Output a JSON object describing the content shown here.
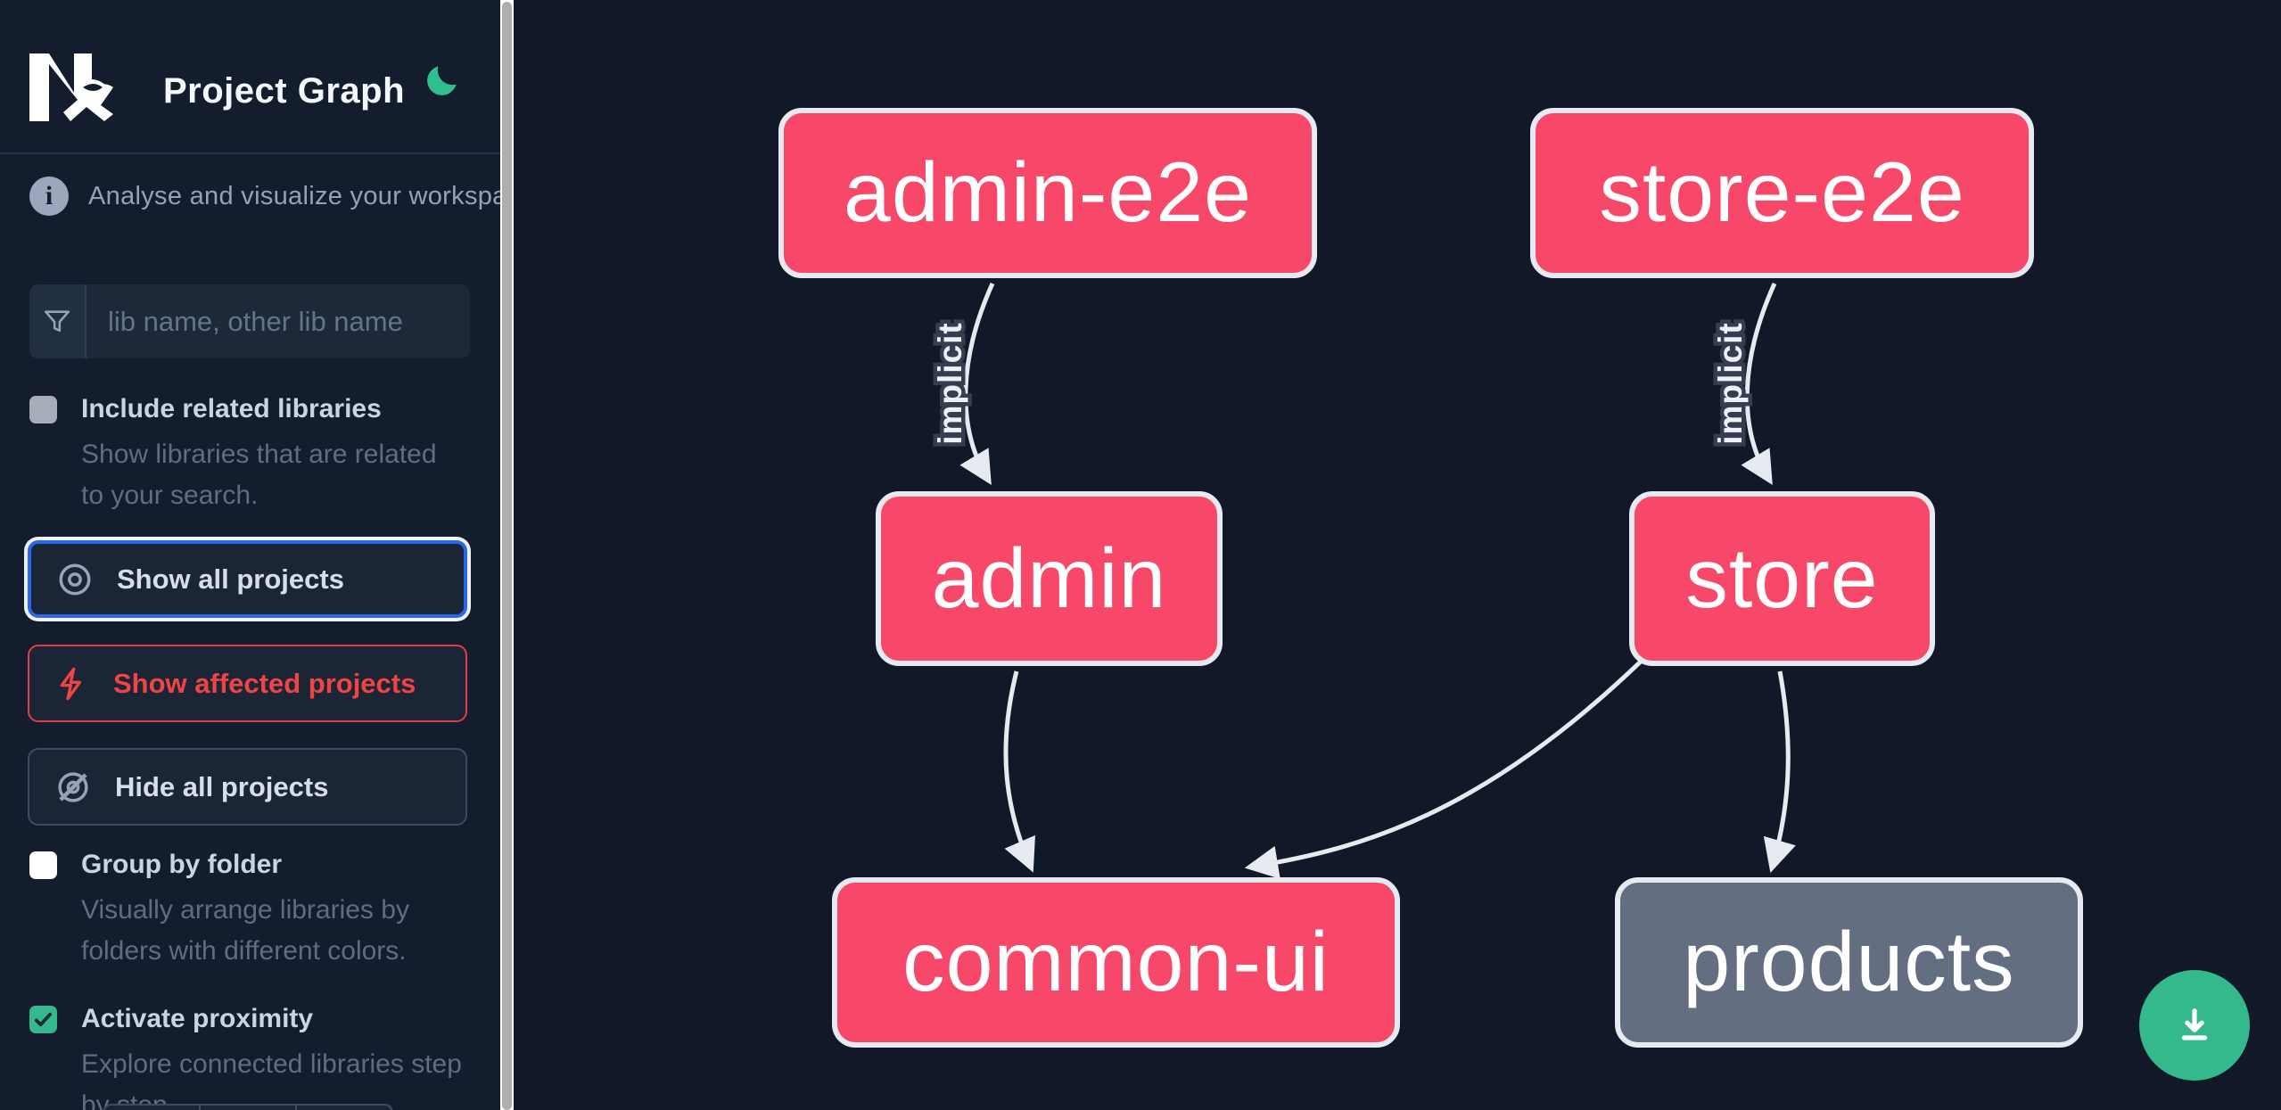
{
  "app": {
    "logo": "Nx",
    "title": "Project Graph"
  },
  "sidebar": {
    "tagline": "Analyse and visualize your workspace.",
    "search": {
      "placeholder": "lib name, other lib name"
    },
    "checkboxes": [
      {
        "label": "Include related libraries",
        "description": "Show libraries that are related to your search.",
        "checked": false
      },
      {
        "label": "Group by folder",
        "description": "Visually arrange libraries by folders with different colors.",
        "checked": false
      },
      {
        "label": "Activate proximity",
        "description": "Explore connected libraries step by step.",
        "checked": true
      }
    ],
    "buttons": [
      {
        "label": "Show all projects",
        "icon": "eye-icon",
        "state": "focused"
      },
      {
        "label": "Show affected projects",
        "icon": "bolt-icon",
        "state": "affected"
      },
      {
        "label": "Hide all projects",
        "icon": "eye-off-icon",
        "state": "default"
      }
    ]
  },
  "graph": {
    "nodes": [
      {
        "id": "admin-e2e",
        "label": "admin-e2e",
        "type": "e2e-app"
      },
      {
        "id": "store-e2e",
        "label": "store-e2e",
        "type": "e2e-app"
      },
      {
        "id": "admin",
        "label": "admin",
        "type": "app"
      },
      {
        "id": "store",
        "label": "store",
        "type": "app"
      },
      {
        "id": "common-ui",
        "label": "common-ui",
        "type": "lib"
      },
      {
        "id": "products",
        "label": "products",
        "type": "lib-unfocused"
      }
    ],
    "edges": [
      {
        "from": "admin-e2e",
        "to": "admin",
        "label": "implicit"
      },
      {
        "from": "store-e2e",
        "to": "store",
        "label": "implicit"
      },
      {
        "from": "admin",
        "to": "common-ui",
        "label": ""
      },
      {
        "from": "store",
        "to": "common-ui",
        "label": ""
      },
      {
        "from": "store",
        "to": "products",
        "label": ""
      }
    ]
  },
  "fab": {
    "icon": "download-icon"
  },
  "colors": {
    "node_pink": "#f8486a",
    "node_gray": "#646e81",
    "node_border": "#e7eaf0",
    "edge": "#e7eaf0",
    "accent_green": "#34b98c",
    "focus_blue": "#2968e8",
    "affected_red": "#ef4444",
    "sidebar_bg": "#141d2d",
    "canvas_bg": "#111929"
  }
}
